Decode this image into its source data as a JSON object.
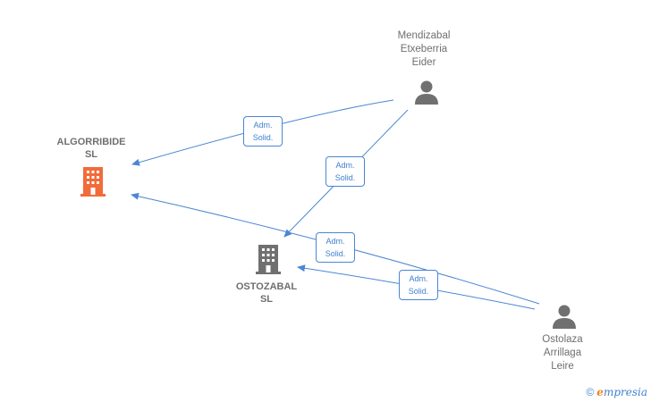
{
  "colors": {
    "edge": "#4a86d4",
    "person_icon": "#707070",
    "company_icon": "#707070",
    "highlight_company_icon": "#f26b3a"
  },
  "nodes": {
    "mendizabal": {
      "lines": [
        "Mendizabal",
        "Etxeberria",
        "Eider"
      ],
      "kind": "person",
      "icon": "person-icon"
    },
    "algorribide": {
      "lines": [
        "ALGORRIBIDE",
        "SL"
      ],
      "kind": "company",
      "icon": "building-icon",
      "highlighted": true
    },
    "ostozabal": {
      "lines": [
        "OSTOZABAL",
        "SL"
      ],
      "kind": "company",
      "icon": "building-icon"
    },
    "ostolaza": {
      "lines": [
        "Ostolaza",
        "Arrillaga",
        "Leire"
      ],
      "kind": "person",
      "icon": "person-icon"
    }
  },
  "edges": [
    {
      "from": "mendizabal",
      "to": "algorribide",
      "label": [
        "Adm.",
        "Solid."
      ]
    },
    {
      "from": "mendizabal",
      "to": "ostozabal",
      "label": [
        "Adm.",
        "Solid."
      ]
    },
    {
      "from": "ostolaza",
      "to": "algorribide",
      "label": [
        "Adm.",
        "Solid."
      ]
    },
    {
      "from": "ostolaza",
      "to": "ostozabal",
      "label": [
        "Adm.",
        "Solid."
      ]
    }
  ],
  "footer": {
    "copyright_symbol": "©",
    "brand_initial": "e",
    "brand_rest": "mpresia"
  }
}
